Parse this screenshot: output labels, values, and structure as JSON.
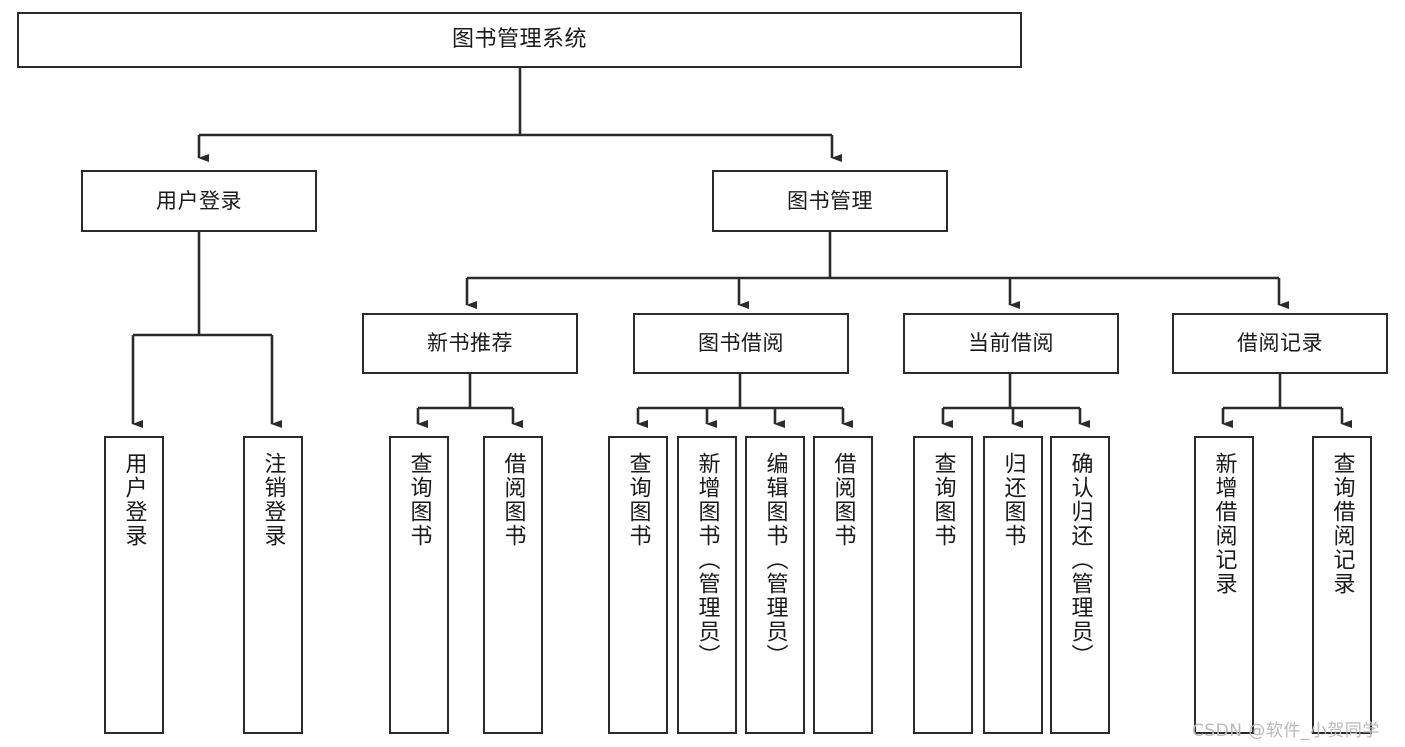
{
  "diagram": {
    "type": "tree",
    "title": "图书管理系统",
    "root": {
      "label": "图书管理系统"
    },
    "level2": [
      {
        "id": "user-login",
        "label": "用户登录"
      },
      {
        "id": "book-management",
        "label": "图书管理"
      }
    ],
    "level3": [
      {
        "id": "new-book-recommend",
        "label": "新书推荐",
        "parent": "book-management"
      },
      {
        "id": "book-borrow",
        "label": "图书借阅",
        "parent": "book-management"
      },
      {
        "id": "current-borrow",
        "label": "当前借阅",
        "parent": "book-management"
      },
      {
        "id": "borrow-record",
        "label": "借阅记录",
        "parent": "book-management"
      }
    ],
    "leaves": [
      {
        "id": "leaf-user-login",
        "label": "用户登录",
        "parent": "user-login"
      },
      {
        "id": "leaf-logout-login",
        "label": "注销登录",
        "parent": "user-login"
      },
      {
        "id": "leaf-query-book-1",
        "label": "查询图书",
        "parent": "new-book-recommend"
      },
      {
        "id": "leaf-borrow-book-1",
        "label": "借阅图书",
        "parent": "new-book-recommend"
      },
      {
        "id": "leaf-query-book-2",
        "label": "查询图书",
        "parent": "book-borrow"
      },
      {
        "id": "leaf-add-book",
        "label": "新增图书（管理员）",
        "parent": "book-borrow"
      },
      {
        "id": "leaf-edit-book",
        "label": "编辑图书（管理员）",
        "parent": "book-borrow"
      },
      {
        "id": "leaf-borrow-book-2",
        "label": "借阅图书",
        "parent": "book-borrow"
      },
      {
        "id": "leaf-query-book-3",
        "label": "查询图书",
        "parent": "current-borrow"
      },
      {
        "id": "leaf-return-book",
        "label": "归还图书",
        "parent": "current-borrow"
      },
      {
        "id": "leaf-confirm-return",
        "label": "确认归还（管理员）",
        "parent": "current-borrow"
      },
      {
        "id": "leaf-add-record",
        "label": "新增借阅记录",
        "parent": "borrow-record"
      },
      {
        "id": "leaf-query-record",
        "label": "查询借阅记录",
        "parent": "borrow-record"
      }
    ],
    "colors": {
      "stroke": "#2b2b2b",
      "fill": "#ffffff",
      "text": "#1a1a1a",
      "watermark": "#b9b9b9"
    }
  },
  "watermark": {
    "text": "CSDN @软件_小贺同学"
  }
}
